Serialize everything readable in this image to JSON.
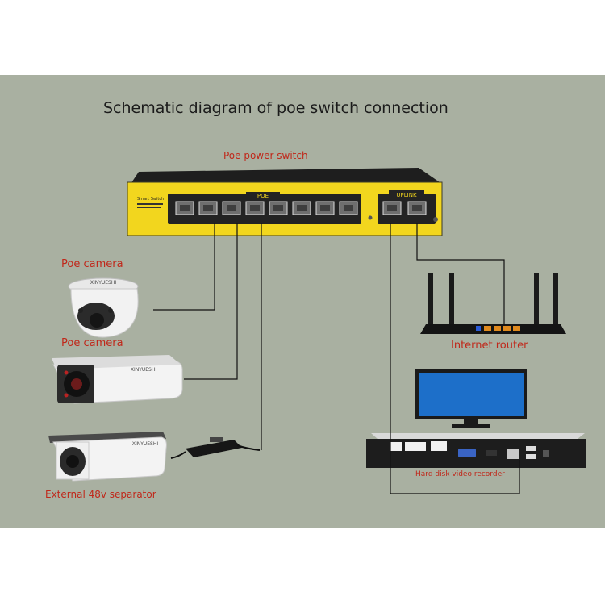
{
  "title": "Schematic diagram of poe switch connection",
  "labels": {
    "switch": "Poe power switch",
    "camera_top": "Poe camera",
    "camera_middle": "Poe camera",
    "separator": "External 48v separator",
    "router": "Internet router",
    "nvr": "Hard disk video recorder"
  },
  "switch_panel": {
    "brand": "Smart Switch",
    "poe_group": "POE",
    "uplink_group": "UPLINK",
    "poe_port_count": 8,
    "uplink_port_count": 2
  },
  "camera_brand": {
    "dome": "XINYUESHI",
    "bullet_middle": "XINYUESHI",
    "bullet_bottom": "XINYUESHI"
  },
  "colors": {
    "panel": "#a9b0a1",
    "switch_yellow": "#f2d61e",
    "label_red": "#c0281b",
    "wire": "#111111"
  }
}
